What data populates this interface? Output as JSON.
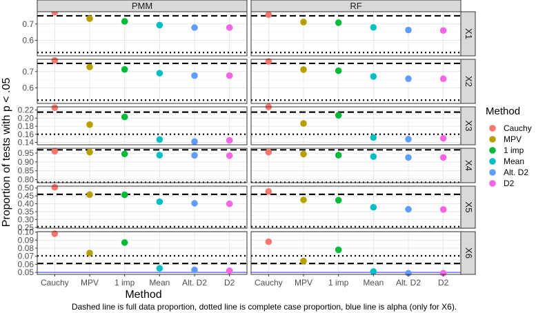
{
  "chart_data": {
    "type": "scatter",
    "categories": [
      "Cauchy",
      "MPV",
      "1 imp",
      "Mean",
      "Alt. D2",
      "D2"
    ],
    "columns": [
      "PMM",
      "RF"
    ],
    "rows": [
      "X1",
      "X2",
      "X3",
      "X4",
      "X5",
      "X6"
    ],
    "xlabel": "Method",
    "ylabel": "Proportion of tests with p < .05",
    "caption": "Dashed line is full data proportion, dotted line is complete case proportion, blue line is alpha (only for X6).",
    "legend": {
      "title": "Method",
      "position": "right",
      "entries": [
        {
          "label": "Cauchy",
          "color": "#F8766D"
        },
        {
          "label": "MPV",
          "color": "#B79F00"
        },
        {
          "label": "1 imp",
          "color": "#00BA38"
        },
        {
          "label": "Mean",
          "color": "#00BFC4"
        },
        {
          "label": "Alt. D2",
          "color": "#619CFF"
        },
        {
          "label": "D2",
          "color": "#F564E3"
        }
      ]
    },
    "alpha_line": {
      "value": 0.05,
      "color": "#4040ff",
      "rows": [
        "X6"
      ]
    },
    "panels": [
      {
        "row": "X1",
        "yrange": [
          0.505,
          0.775
        ],
        "yticks": [
          0.6,
          0.7
        ],
        "yticklabels": [
          "0.6",
          "0.7"
        ],
        "dashed": 0.75,
        "dotted": 0.525,
        "values": {
          "PMM": [
            0.772,
            0.733,
            0.716,
            0.693,
            0.678,
            0.678
          ],
          "RF": [
            0.757,
            0.712,
            0.708,
            0.679,
            0.663,
            0.66
          ]
        }
      },
      {
        "row": "X2",
        "yrange": [
          0.505,
          0.775
        ],
        "yticks": [
          0.6,
          0.7
        ],
        "yticklabels": [
          "0.6",
          "0.7"
        ],
        "dashed": 0.75,
        "dotted": 0.525,
        "values": {
          "PMM": [
            0.768,
            0.728,
            0.713,
            0.69,
            0.675,
            0.675
          ],
          "RF": [
            0.762,
            0.712,
            0.705,
            0.67,
            0.656,
            0.656
          ]
        }
      },
      {
        "row": "X3",
        "yrange": [
          0.134,
          0.228
        ],
        "yticks": [
          0.14,
          0.16,
          0.18,
          0.2,
          0.22
        ],
        "yticklabels": [
          "0.14",
          "0.16",
          "0.18",
          "0.20",
          "0.22"
        ],
        "dashed": 0.215,
        "dotted": 0.16,
        "values": {
          "PMM": [
            0.226,
            0.184,
            0.203,
            0.147,
            0.142,
            0.145
          ],
          "RF": [
            0.228,
            0.187,
            0.207,
            0.152,
            0.148,
            0.15
          ]
        }
      },
      {
        "row": "X4",
        "yrange": [
          0.783,
          0.977
        ],
        "yticks": [
          0.8,
          0.85,
          0.9,
          0.95
        ],
        "yticklabels": [
          "0.80",
          "0.85",
          "0.90",
          "0.95"
        ],
        "dashed": 0.968,
        "dotted": 0.785,
        "values": {
          "PMM": [
            0.96,
            0.955,
            0.945,
            0.938,
            0.937,
            0.935
          ],
          "RF": [
            0.955,
            0.944,
            0.938,
            0.93,
            0.925,
            0.925
          ]
        }
      },
      {
        "row": "X5",
        "yrange": [
          0.245,
          0.512
        ],
        "yticks": [
          0.25,
          0.3,
          0.35,
          0.4,
          0.45,
          0.5
        ],
        "yticklabels": [
          "0.25",
          "0.30",
          "0.35",
          "0.40",
          "0.45",
          "0.50"
        ],
        "dashed": 0.46,
        "dotted": 0.255,
        "values": {
          "PMM": [
            0.505,
            0.458,
            0.457,
            0.413,
            0.403,
            0.4
          ],
          "RF": [
            0.478,
            0.425,
            0.423,
            0.378,
            0.365,
            0.364
          ]
        }
      },
      {
        "row": "X6",
        "yrange": [
          0.0475,
          0.1005
        ],
        "yticks": [
          0.05,
          0.06,
          0.07,
          0.08,
          0.09,
          0.1
        ],
        "yticklabels": [
          "0.05",
          "0.06",
          "0.07",
          "0.08",
          "0.09",
          "0.10"
        ],
        "dashed": 0.061,
        "dotted": 0.0705,
        "values": {
          "PMM": [
            0.098,
            0.074,
            0.087,
            0.055,
            0.053,
            0.052
          ],
          "RF": [
            0.088,
            0.064,
            0.078,
            0.051,
            0.049,
            0.049
          ]
        }
      }
    ]
  }
}
